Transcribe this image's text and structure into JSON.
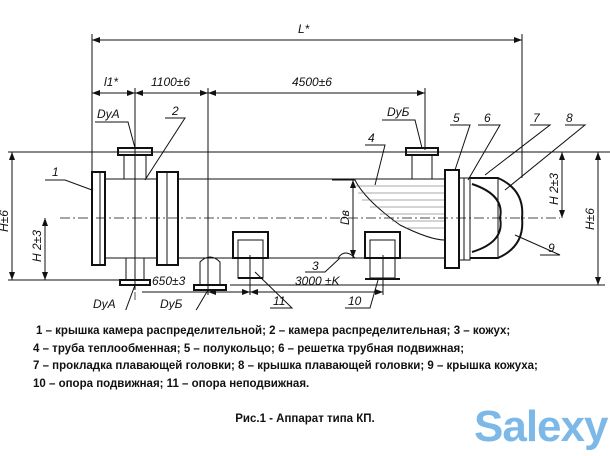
{
  "drawing": {
    "dimensions": {
      "overall_length": "L*",
      "l1": "l1*",
      "d1100": "1100±6",
      "d4500": "4500±6",
      "d650": "650±3",
      "d3000": "3000 ±K",
      "h_left": "H±6",
      "h2_left": "H 2±3",
      "h_right": "H±6",
      "h2_right": "H 2±3",
      "dv": "Dв"
    },
    "nozzles": {
      "dya_top": "DуА",
      "dya_bottom": "DуА",
      "dyb_top": "DуБ",
      "dyb_bottom": "DуБ"
    },
    "callouts": [
      "1",
      "2",
      "3",
      "4",
      "5",
      "6",
      "7",
      "8",
      "9",
      "10",
      "11"
    ]
  },
  "legend": {
    "lines": [
      "1 – крышка камера распределительной; 2 – камера распределительная; 3 – кожух;",
      "4 – труба теплообменная; 5 – полукольцо; 6 – решетка трубная подвижная;",
      "7 – прокладка плавающей головки; 8 – крышка плавающей головки; 9 – крышка кожуха;",
      "10 – опора подвижная; 11 – опора неподвижная."
    ]
  },
  "caption": "Рис.1 - Аппарат типа КП.",
  "watermark": {
    "text": "Salexy",
    "color": "#7db9e8"
  }
}
